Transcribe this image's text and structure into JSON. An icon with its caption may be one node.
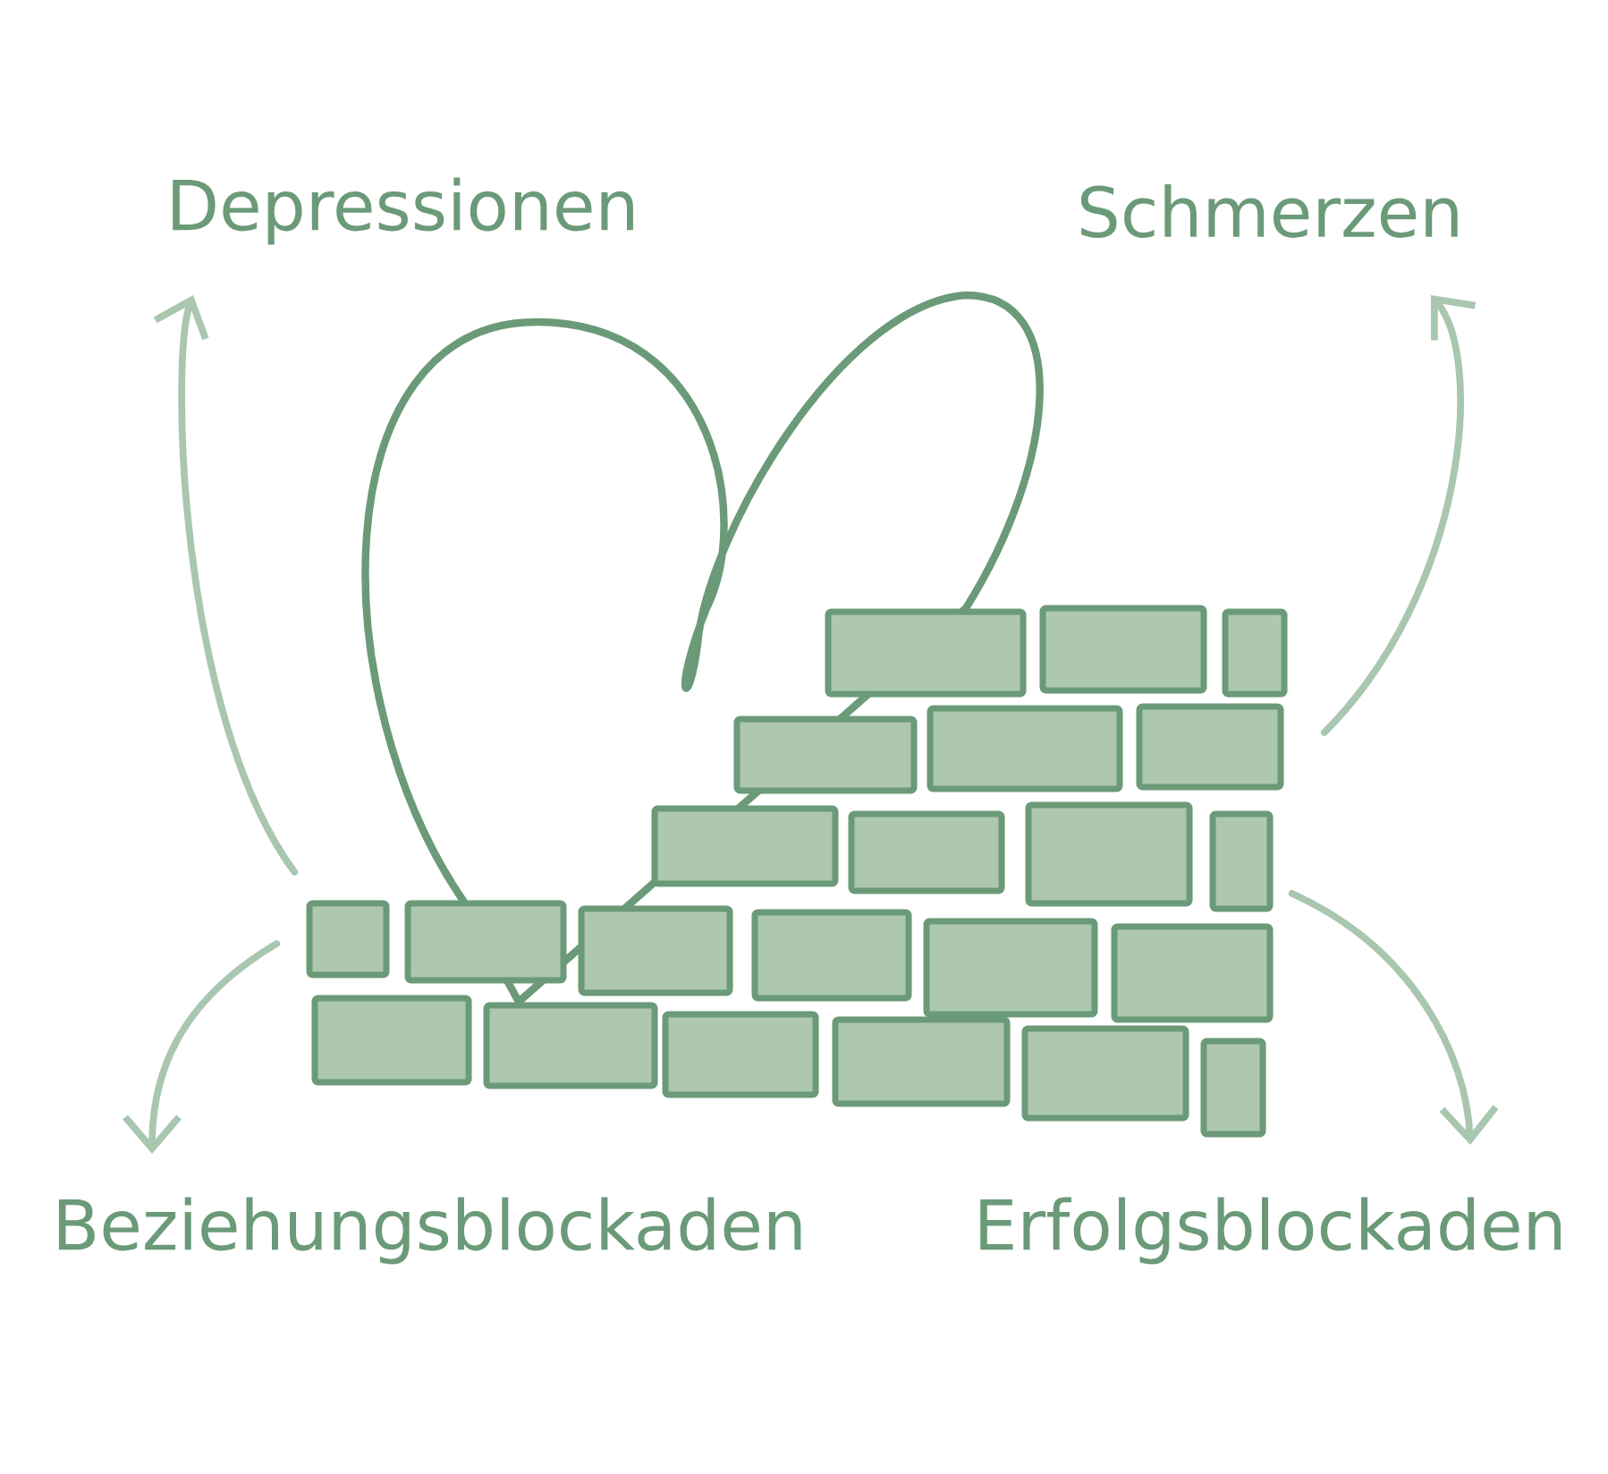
{
  "diagram": {
    "nodes": [
      {
        "text": [],
        "shape": "picture"
      },
      {
        "text": [
          "Depressionen"
        ]
      },
      {
        "text": [
          "Schmerzen"
        ]
      },
      {
        "text": [
          "Beziehungsblockaden"
        ]
      },
      {
        "text": [
          "Erfolgsblockaden"
        ]
      }
    ],
    "edges": [
      {
        "from": 0,
        "to": 1,
        "arrow": "to"
      },
      {
        "from": 0,
        "to": 2,
        "arrow": "to"
      },
      {
        "from": 0,
        "to": 3,
        "arrow": "to"
      },
      {
        "from": 0,
        "to": 4,
        "arrow": "to"
      }
    ]
  }
}
